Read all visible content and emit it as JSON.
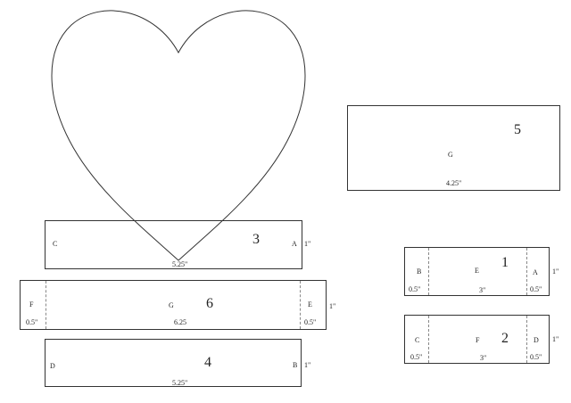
{
  "pieces": {
    "p5": {
      "number": "5",
      "center_letter": "G",
      "width_dim": "4.25\""
    },
    "p3": {
      "number": "3",
      "left_letter": "C",
      "right_letter": "A",
      "width_dim": "5.25\"",
      "height_dim": "1\""
    },
    "p6": {
      "number": "6",
      "left_letter": "F",
      "center_letter": "G",
      "right_letter": "E",
      "left_dim": "0.5\"",
      "width_dim": "6.25",
      "right_dim": "0.5\"",
      "height_dim": "1\""
    },
    "p4": {
      "number": "4",
      "left_letter": "D",
      "right_letter": "B",
      "width_dim": "5.25\"",
      "height_dim": "1\""
    },
    "p1": {
      "number": "1",
      "left_letter": "B",
      "center_letter": "E",
      "right_letter": "A",
      "left_dim": "0.5\"",
      "width_dim": "3\"",
      "right_dim": "0.5\"",
      "height_dim": "1\""
    },
    "p2": {
      "number": "2",
      "left_letter": "C",
      "center_letter": "F",
      "right_letter": "D",
      "left_dim": "0.5\"",
      "width_dim": "3\"",
      "right_dim": "0.5\"",
      "height_dim": "1\""
    }
  }
}
